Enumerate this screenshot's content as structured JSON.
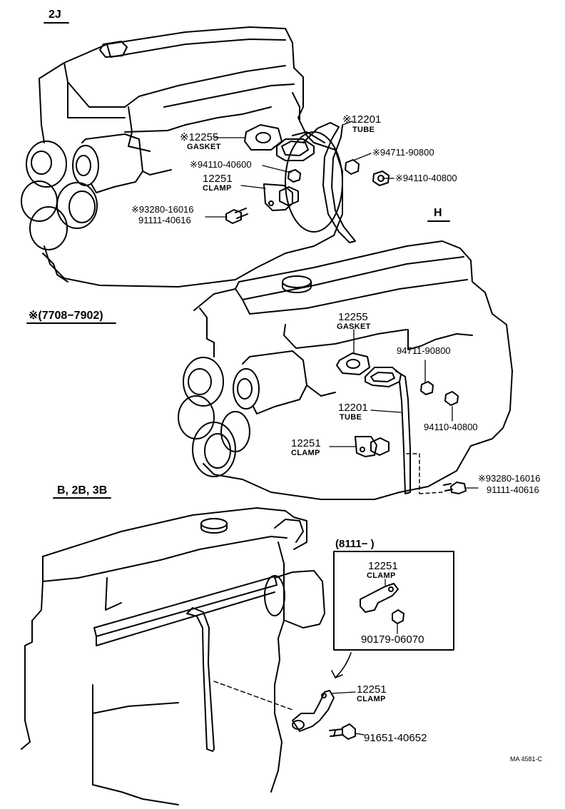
{
  "sections": {
    "twoj": "2J",
    "h": "H",
    "date_range": "※(7708−7902)",
    "b_models": "B, 2B, 3B"
  },
  "view_2j": {
    "tube_pn": "※12201",
    "tube_name": "TUBE",
    "gasket_pn": "※12255",
    "gasket_name": "GASKET",
    "nut_a": "※94711-90800",
    "nut_b": "※94110-40800",
    "bolt_small": "※94110-40600",
    "clamp_pn": "12251",
    "clamp_name": "CLAMP",
    "bolt_a": "※93280-16016",
    "bolt_b": "91111-40616"
  },
  "view_h": {
    "gasket_pn": "12255",
    "gasket_name": "GASKET",
    "nut_a": "94711-90800",
    "tube_pn": "12201",
    "tube_name": "TUBE",
    "nut_b": "94110-40800",
    "clamp_pn": "12251",
    "clamp_name": "CLAMP",
    "bolt_a": "※93280-16016",
    "bolt_b": "91111-40616"
  },
  "view_b": {
    "inset_title": "(8111−         )",
    "inset_clamp_pn": "12251",
    "inset_clamp_name": "CLAMP",
    "inset_nut": "90179-06070",
    "clamp_pn": "12251",
    "clamp_name": "CLAMP",
    "bolt": "91651-40652"
  },
  "footer_code": "MA 4581-C"
}
